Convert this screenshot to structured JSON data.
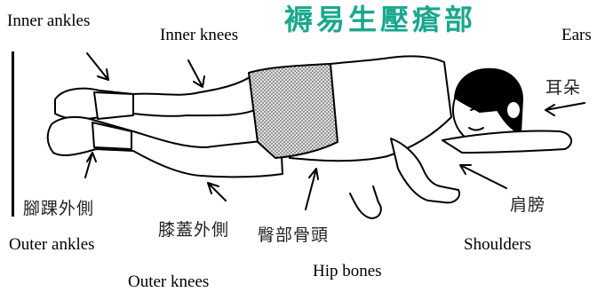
{
  "title": "褥易生壓瘡部",
  "labels": {
    "inner_ankles": "Inner ankles",
    "inner_knees": "Inner knees",
    "ears": "Ears",
    "ears_cn": "耳朵",
    "outer_ankles_cn": "腳踝外側",
    "outer_knees_cn": "膝蓋外側",
    "hip_bones_cn": "臀部骨頭",
    "shoulders_cn": "肩膀",
    "outer_ankles": "Outer ankles",
    "shoulders": "Shoulders",
    "hip_bones": "Hip bones",
    "outer_knees": "Outer knees"
  },
  "colors": {
    "title": "#1aa88d",
    "ink": "#000000",
    "shade": "#9a9a9a"
  }
}
